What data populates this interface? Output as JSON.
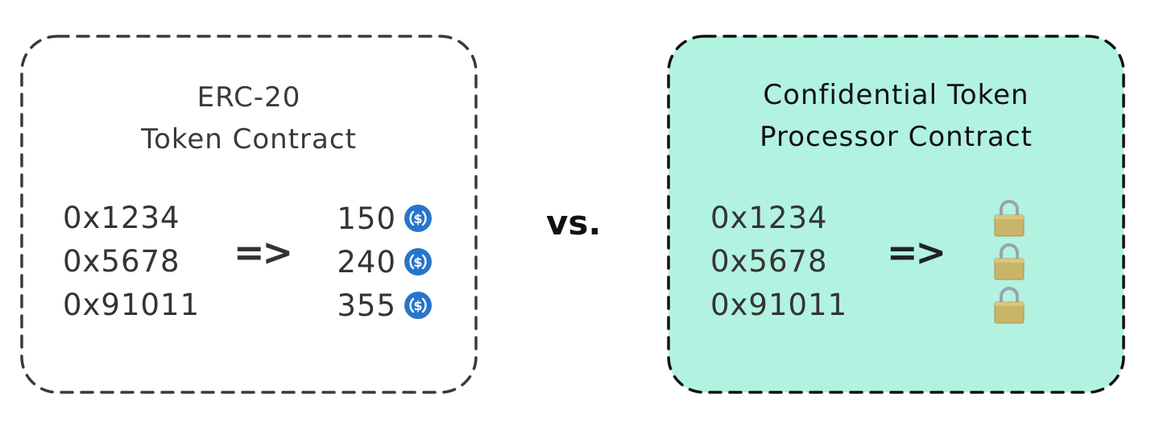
{
  "diagram": {
    "left_box": {
      "title_line1": "ERC-20",
      "title_line2": "Token Contract",
      "border_color": "#3a3a3a",
      "fill_color": "#ffffff",
      "addresses": [
        "0x1234",
        "0x5678",
        "0x91011"
      ],
      "arrow": "=>",
      "balances": [
        {
          "value": "150",
          "icon": "usdc-coin-icon"
        },
        {
          "value": "240",
          "icon": "usdc-coin-icon"
        },
        {
          "value": "355",
          "icon": "usdc-coin-icon"
        }
      ],
      "coin_color": "#2775ca"
    },
    "separator": "vs.",
    "right_box": {
      "title_line1": "Confidential Token",
      "title_line2": "Processor Contract",
      "border_color": "#111111",
      "fill_color": "#b2f2e0",
      "addresses": [
        "0x1234",
        "0x5678",
        "0x91011"
      ],
      "arrow": "=>",
      "balances": [
        {
          "icon": "lock-icon"
        },
        {
          "icon": "lock-icon"
        },
        {
          "icon": "lock-icon"
        }
      ]
    }
  }
}
